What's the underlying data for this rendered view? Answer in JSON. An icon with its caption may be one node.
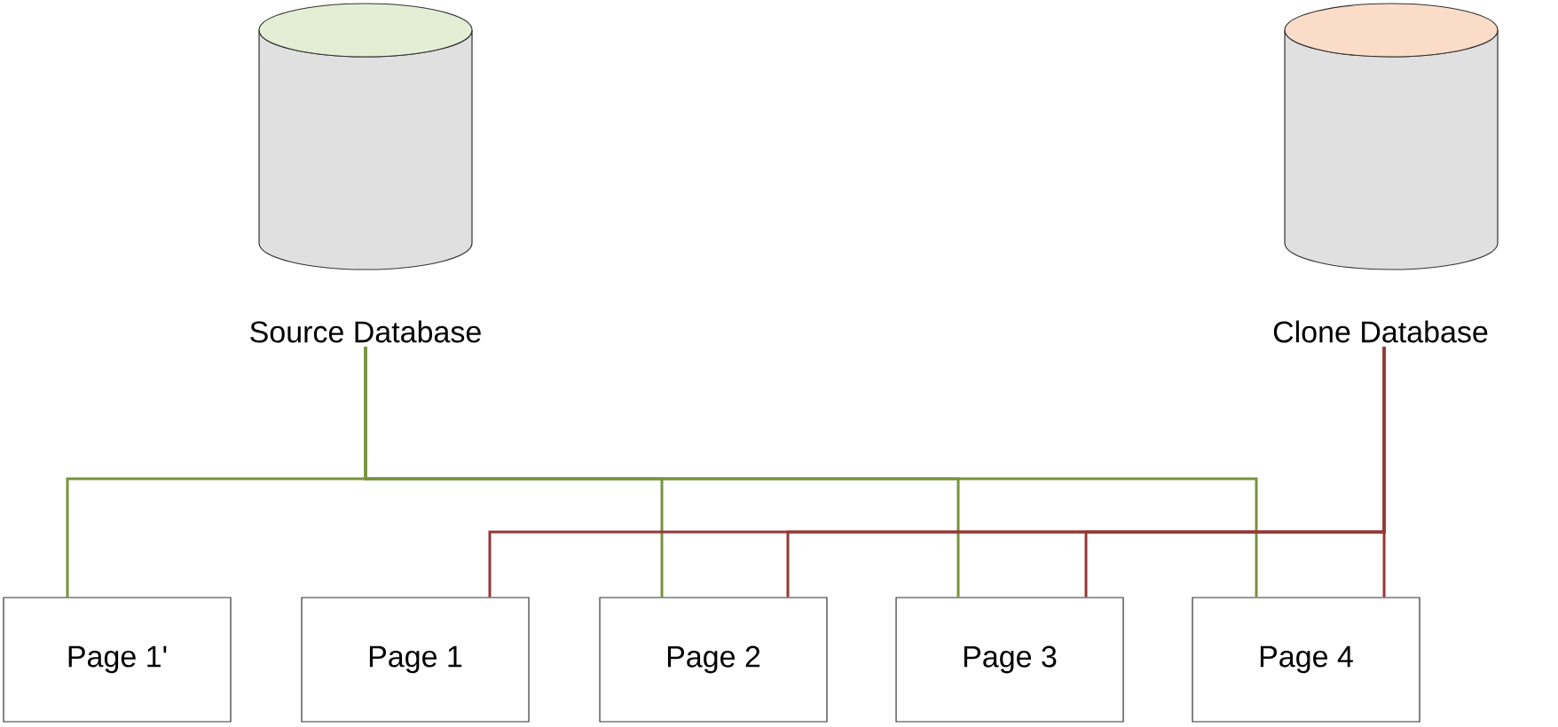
{
  "diagram": {
    "nodes": [
      {
        "text": [
          "Source Database"
        ]
      },
      {
        "text": [
          "Clone Database"
        ]
      },
      {
        "text": [
          "Page 1'"
        ]
      },
      {
        "text": [
          "Page 1"
        ]
      },
      {
        "text": [
          "Page 2"
        ]
      },
      {
        "text": [
          "Page 3"
        ]
      },
      {
        "text": [
          "Page 4"
        ]
      }
    ],
    "edges": [
      {
        "from": 0,
        "to": 2,
        "arrow": "none",
        "color": "#77933c"
      },
      {
        "from": 0,
        "to": 4,
        "arrow": "none",
        "color": "#77933c"
      },
      {
        "from": 0,
        "to": 5,
        "arrow": "none",
        "color": "#77933c"
      },
      {
        "from": 0,
        "to": 6,
        "arrow": "none",
        "color": "#77933c"
      },
      {
        "from": 1,
        "to": 3,
        "arrow": "none",
        "color": "#953735"
      },
      {
        "from": 1,
        "to": 4,
        "arrow": "none",
        "color": "#953735"
      },
      {
        "from": 1,
        "to": 5,
        "arrow": "none",
        "color": "#953735"
      },
      {
        "from": 1,
        "to": 6,
        "arrow": "none",
        "color": "#953735"
      }
    ]
  }
}
